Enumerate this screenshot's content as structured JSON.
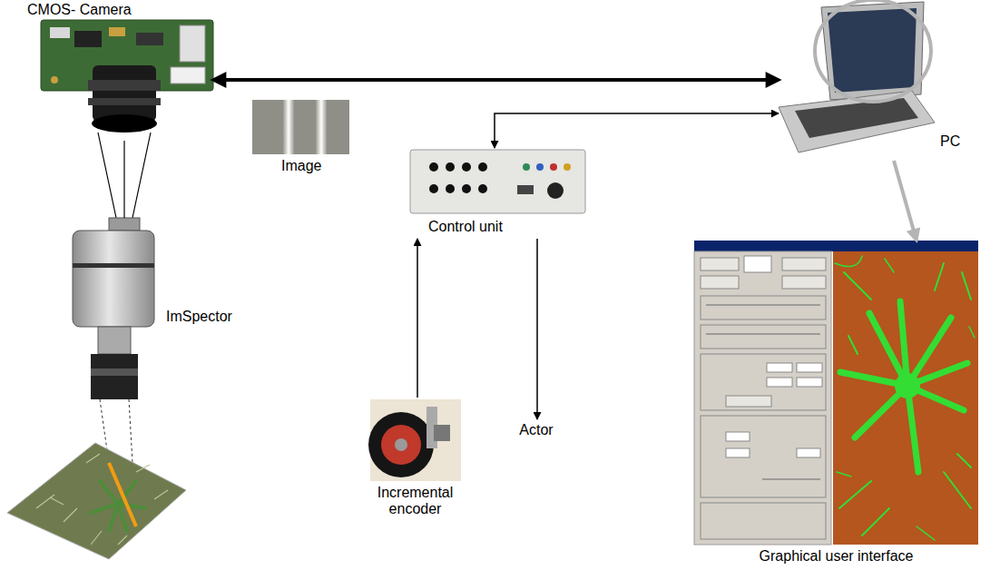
{
  "diagram": {
    "nodes": [
      {
        "text": [
          "CMOS- Camera"
        ]
      },
      {
        "text": [
          "ImSpector"
        ]
      },
      {
        "text": [
          "Control unit"
        ]
      },
      {
        "text": [
          "PC"
        ]
      },
      {
        "text": [
          "Incremental encoder"
        ]
      },
      {
        "text": [
          "Actor"
        ]
      },
      {
        "text": [
          "Graphical user interface"
        ]
      }
    ],
    "edges": [
      {
        "from": 0,
        "to": 3,
        "arrow": "both",
        "label": "Image"
      },
      {
        "from": 0,
        "to": 1,
        "arrow": "none"
      },
      {
        "from": 2,
        "to": 3,
        "arrow": "both"
      },
      {
        "from": 4,
        "to": 2,
        "arrow": "to"
      },
      {
        "from": 2,
        "to": 5,
        "arrow": "to"
      },
      {
        "from": 3,
        "to": 6,
        "arrow": "to"
      }
    ]
  }
}
